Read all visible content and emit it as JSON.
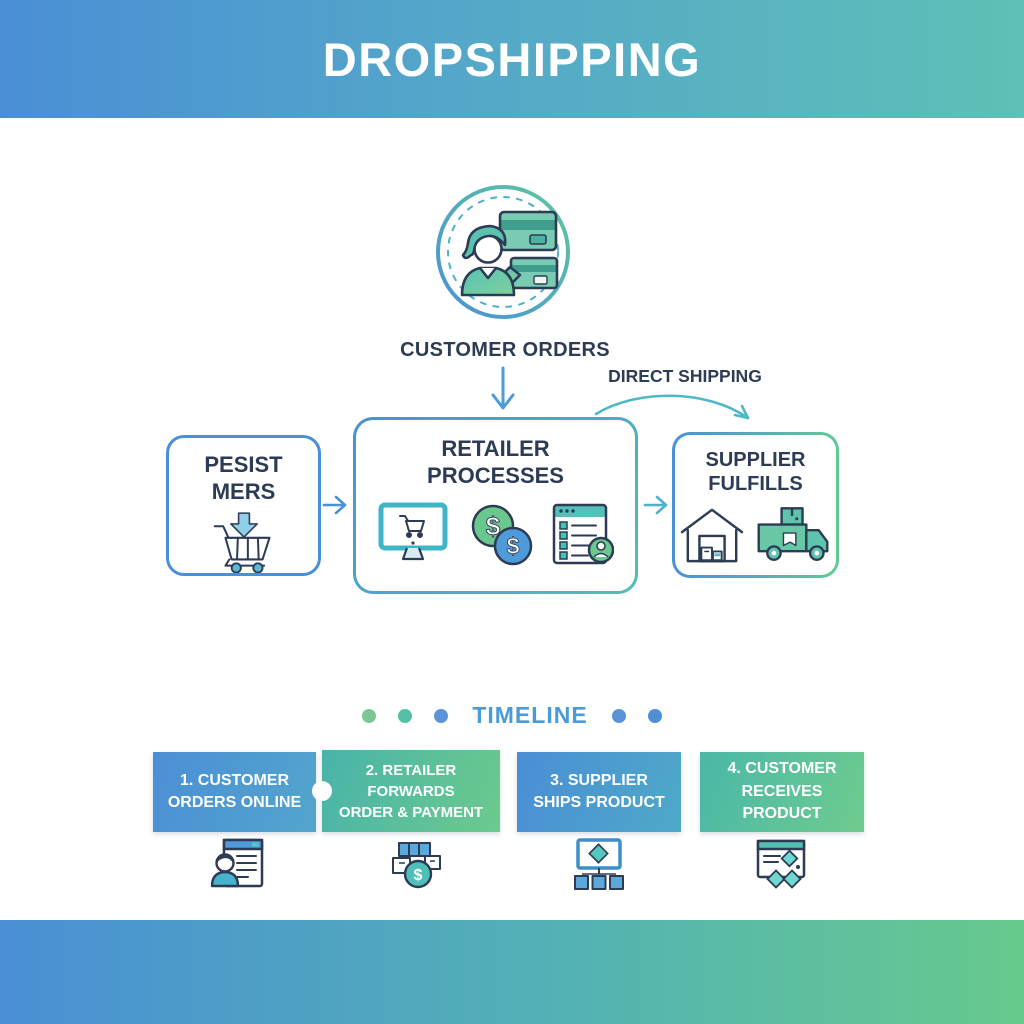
{
  "header": {
    "title": "DROPSHIPPING"
  },
  "flow": {
    "top_node": {
      "label": "CUSTOMER ORDERS",
      "icon": "customer-paying-icon"
    },
    "direct_shipping_label": "DIRECT SHIPPING",
    "boxes": [
      {
        "line1": "PESIST",
        "line2": "MERS",
        "icons": [
          "shopping-cart-icon"
        ]
      },
      {
        "line1": "RETAILER",
        "line2": "PROCESSES",
        "icons": [
          "monitor-cart-icon",
          "coins-icon",
          "checklist-icon"
        ]
      },
      {
        "line1": "SUPPLIER",
        "line2": "FULFILLS",
        "icons": [
          "warehouse-icon",
          "delivery-truck-icon"
        ]
      }
    ]
  },
  "timeline": {
    "title": "TIMELINE",
    "steps": [
      {
        "line1": "1. CUSTOMER",
        "line2": "ORDERS ONLINE",
        "icon": "customer-form-icon"
      },
      {
        "line1": "2. RETAILER FORWARDS",
        "line2": "ORDER & PAYMENT",
        "icon": "packages-payment-icon"
      },
      {
        "line1": "3. SUPPLIER",
        "line2": "SHIPS PRODUCT",
        "icon": "shipping-network-icon"
      },
      {
        "line1": "4. CUSTOMER",
        "line2": "RECEIVES PRODUCT",
        "icon": "delivery-confirmation-icon"
      }
    ]
  },
  "colors": {
    "banner_blue": "#4a8fd5",
    "banner_teal": "#5ec0b6",
    "banner_green": "#67ca8d",
    "navy_text": "#2d3b55",
    "accent_blue": "#4f9ad8",
    "accent_teal": "#4fbfb0",
    "accent_green": "#6ac78e",
    "timeline_title_blue": "#4b9bd7"
  }
}
